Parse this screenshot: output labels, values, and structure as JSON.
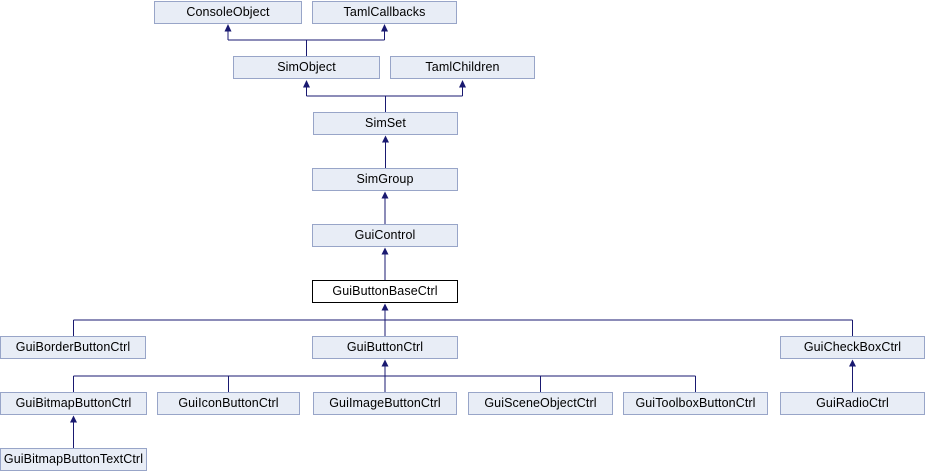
{
  "diagram": {
    "type": "class-inheritance-diagram",
    "current_class": "GuiButtonBaseCtrl",
    "nodes": [
      {
        "label": "ConsoleObject",
        "current": false
      },
      {
        "label": "TamlCallbacks",
        "current": false
      },
      {
        "label": "SimObject",
        "current": false
      },
      {
        "label": "TamlChildren",
        "current": false
      },
      {
        "label": "SimSet",
        "current": false
      },
      {
        "label": "SimGroup",
        "current": false
      },
      {
        "label": "GuiControl",
        "current": false
      },
      {
        "label": "GuiButtonBaseCtrl",
        "current": true
      },
      {
        "label": "GuiBorderButtonCtrl",
        "current": false
      },
      {
        "label": "GuiButtonCtrl",
        "current": false
      },
      {
        "label": "GuiCheckBoxCtrl",
        "current": false
      },
      {
        "label": "GuiBitmapButtonCtrl",
        "current": false
      },
      {
        "label": "GuiIconButtonCtrl",
        "current": false
      },
      {
        "label": "GuiImageButtonCtrl",
        "current": false
      },
      {
        "label": "GuiSceneObjectCtrl",
        "current": false
      },
      {
        "label": "GuiToolboxButtonCtrl",
        "current": false
      },
      {
        "label": "GuiRadioCtrl",
        "current": false
      },
      {
        "label": "GuiBitmapButtonTextCtrl",
        "current": false
      }
    ],
    "edges": [
      {
        "from": "SimObject",
        "to": "ConsoleObject"
      },
      {
        "from": "SimObject",
        "to": "TamlCallbacks"
      },
      {
        "from": "SimSet",
        "to": "SimObject"
      },
      {
        "from": "SimSet",
        "to": "TamlChildren"
      },
      {
        "from": "SimGroup",
        "to": "SimSet"
      },
      {
        "from": "GuiControl",
        "to": "SimGroup"
      },
      {
        "from": "GuiButtonBaseCtrl",
        "to": "GuiControl"
      },
      {
        "from": "GuiBorderButtonCtrl",
        "to": "GuiButtonBaseCtrl"
      },
      {
        "from": "GuiButtonCtrl",
        "to": "GuiButtonBaseCtrl"
      },
      {
        "from": "GuiCheckBoxCtrl",
        "to": "GuiButtonBaseCtrl"
      },
      {
        "from": "GuiBitmapButtonCtrl",
        "to": "GuiButtonCtrl"
      },
      {
        "from": "GuiIconButtonCtrl",
        "to": "GuiButtonCtrl"
      },
      {
        "from": "GuiImageButtonCtrl",
        "to": "GuiButtonCtrl"
      },
      {
        "from": "GuiSceneObjectCtrl",
        "to": "GuiButtonCtrl"
      },
      {
        "from": "GuiToolboxButtonCtrl",
        "to": "GuiButtonCtrl"
      },
      {
        "from": "GuiRadioCtrl",
        "to": "GuiCheckBoxCtrl"
      },
      {
        "from": "GuiBitmapButtonTextCtrl",
        "to": "GuiBitmapButtonCtrl"
      }
    ],
    "colors": {
      "background": "#ffffff",
      "node_fill": "#e8edf6",
      "node_border": "#98a5c8",
      "current_node_fill": "#ffffff",
      "current_node_border": "#000000",
      "edge": "#191970",
      "text": "#000000"
    }
  }
}
